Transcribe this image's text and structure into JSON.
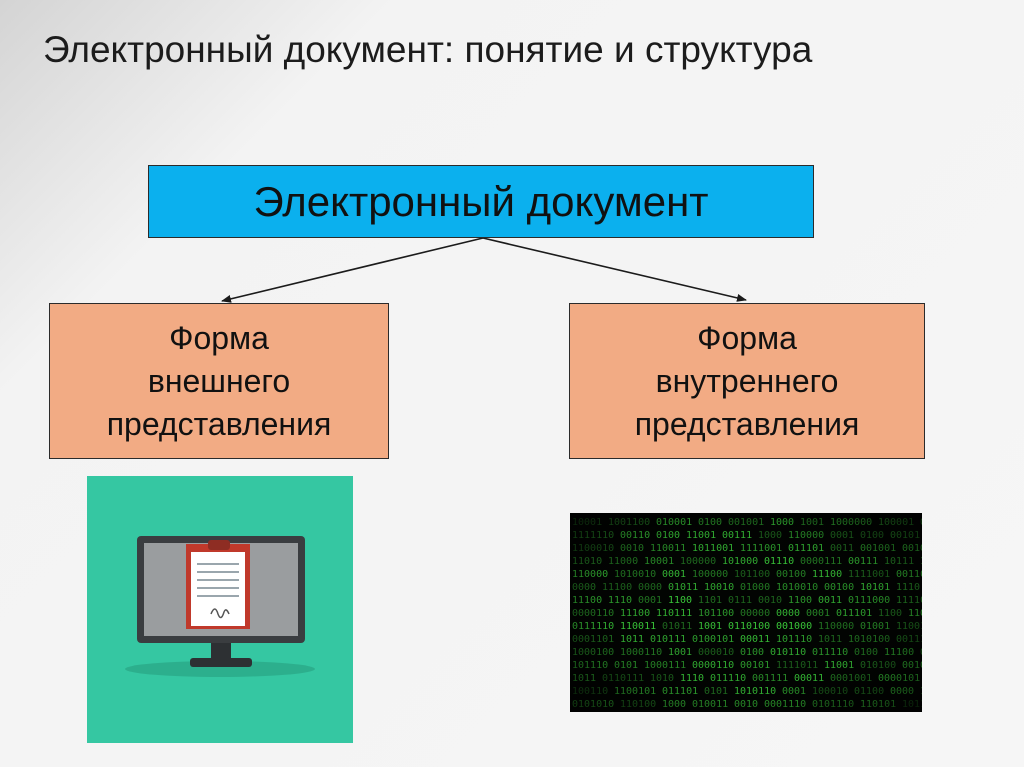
{
  "title": "Электронный документ: понятие и структура",
  "diagram": {
    "root": "Электронный документ",
    "left_branch": [
      "Форма",
      "внешнего",
      "представления"
    ],
    "right_branch": [
      "Форма",
      "внутреннего",
      "представления"
    ]
  },
  "images": {
    "left": "monitor-with-document-icon",
    "right": "binary-code-matrix"
  },
  "colors": {
    "root_box": "#0bb0ee",
    "branch_box": "#f2ab84",
    "monitor_background": "#35c7a2",
    "binary_text": "#3fdc3f"
  }
}
